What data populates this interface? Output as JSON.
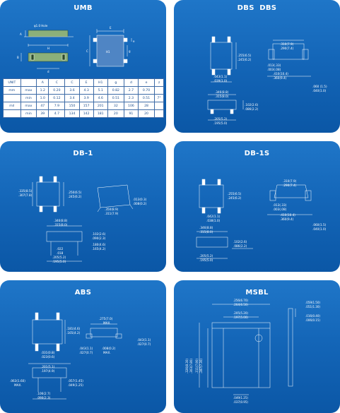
{
  "panels": {
    "umb": {
      "title": "UMB",
      "labels": {
        "dim_a": "A",
        "dim_h": "H",
        "dim_b": "B",
        "dim_e": "E",
        "dim_c": "C",
        "dim_d": "d",
        "dim_h1": "H1",
        "dim_g": "g",
        "dim_e2": "e",
        "dim_tiny": "φ1.0 Hole"
      },
      "table": {
        "header": [
          "UNIT",
          "",
          "A",
          "C",
          "C",
          "E",
          "H1",
          "g",
          "d",
          "e",
          "z"
        ],
        "rows": [
          [
            "mm",
            "max",
            "1.2",
            "0.20",
            "3.6",
            "4.3",
            "5.1",
            "0.82",
            "2.7",
            "0.70",
            ""
          ],
          [
            "",
            "min",
            "1.0",
            "0.12",
            "3.4",
            "3.9",
            "4.6",
            "0.51",
            "2.3",
            "0.51",
            "7°"
          ],
          [
            "mil",
            "max",
            "47",
            "7.9",
            "150",
            "157",
            "201",
            "32",
            "106",
            "28",
            ""
          ],
          [
            "",
            "min",
            "39",
            "4.7",
            "134",
            "142",
            "181",
            "20",
            "91",
            "20",
            ""
          ]
        ]
      }
    },
    "dbs": {
      "title": "DBS",
      "title2": "DBS",
      "labels": {
        "l1": ".255(6.5)",
        ".l1b": "",
        "l1b": ".245(6.2)",
        "l2": ".043(1.1)",
        "l2b": ".039(1.0)",
        "l3": ".310(7.9)",
        "l3b": ".290(7.4)",
        "l4": ".013(.33)",
        "l4b": ".003(.08)",
        "l5": ".410(10.4)",
        "l5b": ".360(9.4)",
        "l6": ".060 (1.5)",
        "l6b": ".040(1.0)",
        "l7": ".346(8.8)",
        "l7b": ".315(8.0)",
        "l8": ".102(2.6)",
        "l8b": ".086(2.2)",
        "l9": ".205(5.2)",
        "l9b": ".195(5.0)"
      }
    },
    "db1": {
      "title": "DB-1",
      "labels": {
        "l1": ".335(8.5)",
        "l1b": ".307(7.8)",
        "l2": ".250(6.5)",
        "l2b": ".245(6.2)",
        "l3": ".013(0.3)",
        "l3b": ".008(0.2)",
        "l4": ".350(8.9)",
        "l4b": ".311(7.9)",
        "l5": ".346(8.8)",
        "l5b": ".315(8.0)",
        "l6": ".102(2.6)",
        "l6b": ".090(2.3)",
        "l7": ".180(4.6)",
        "l7b": ".165(4.2)",
        "l8": ".022",
        "l8b": ".018",
        "l9": ".205(5.2)",
        "l9b": ".195(5.0)"
      }
    },
    "db1s": {
      "title": "DB-1S",
      "labels": {
        "l1": ".255(6.5)",
        "l1b": ".245(6.2)",
        "l2": ".042(1.1)",
        "l2b": ".038(1.0)",
        "l3": ".310(7.9)",
        "l3b": ".290(7.4)",
        "l4": ".013(.33)",
        "l4b": ".003(.08)",
        "l5": ".410(10.4)",
        "l5b": ".360(9.4)",
        "l6": ".060(1.5)",
        "l6b": ".040(1.0)",
        "l7": ".346(8.8)",
        "l7b": ".315(8.0)",
        "l8": ".102(2.6)",
        "l8b": ".086(2.2)",
        "l9": ".205(5.2)",
        "l9b": ".195(5.0)"
      }
    },
    "abs": {
      "title": "ABS",
      "labels": {
        "l1": ".181(4.6)",
        "l1b": ".165(4.2)",
        "l2": ".275(7.0)",
        "l2b": "MAX.",
        "l3": ".031(0.8)",
        "l3b": ".023(0.6)",
        "l4": ".043(1.1)",
        "l4b": ".027(0.7)",
        "l5": ".008(0.2)",
        "l5b": "MAX.",
        "l6": ".043(1.1)",
        "l6b": ".027(0.7)",
        "l7": ".201(5.1)",
        "l7b": ".197(4.9)",
        "l8": ".063(1.60)",
        "l8b": "MAX.",
        "l9": ".057(1.45)",
        "l9b": ".049(1.25)",
        "l10": ".106(2.7)",
        "l10b": ".090(2.3)"
      }
    },
    "msbl": {
      "title": "MSBL",
      "labels": {
        "l1": ".256(6.70)",
        "l1b": ".264(6.50)",
        "l2": ".059(1.50)",
        "l2b": ".051(1.30)",
        "l3": ".205(5.20)",
        "l3b": ".197(5.00)",
        "l4": ".016(0.40)",
        "l4b": ".006(0.15)",
        "l5": ".326(8.30)",
        "l5b": ".303(7.80)",
        "l6": ".311(7.90)",
        "l6b": ".287(7.30)",
        "l7": ".049(1.25)",
        "l7b": ".037(0.95)"
      }
    }
  }
}
